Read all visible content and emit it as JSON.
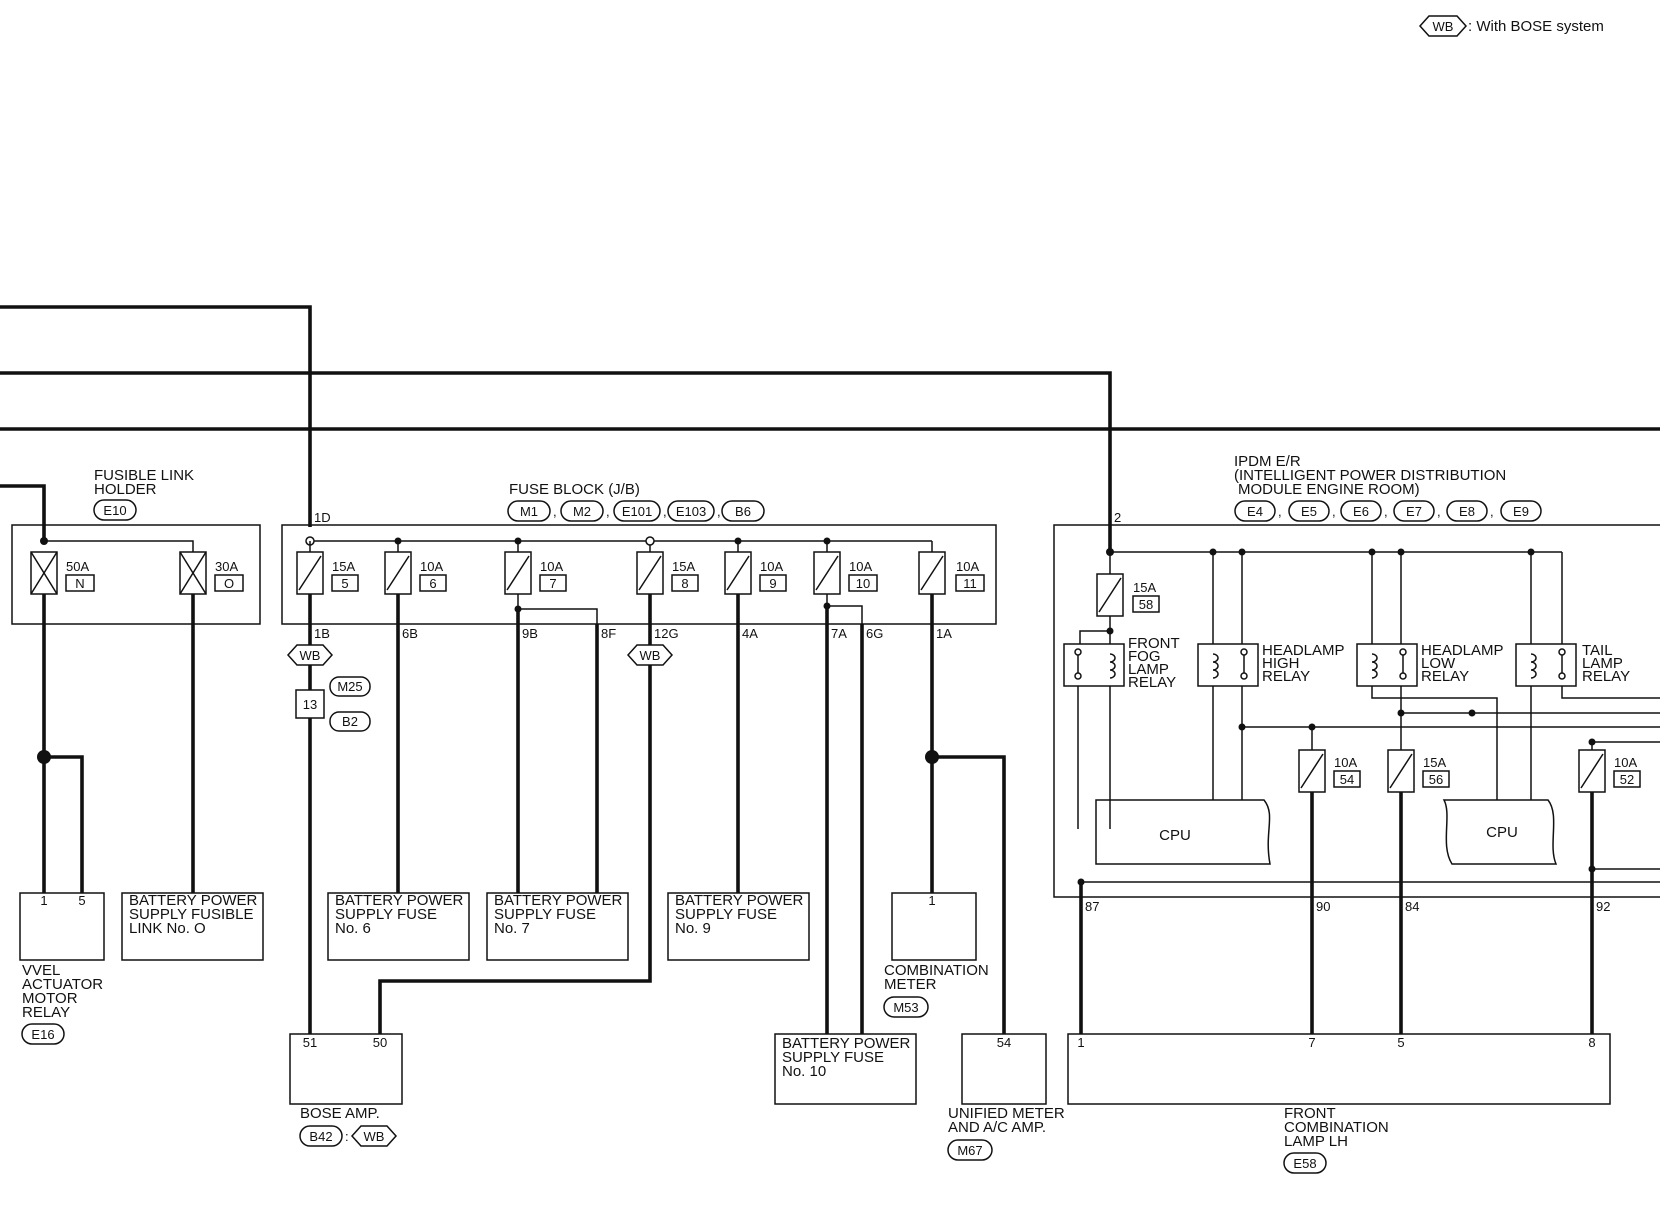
{
  "legend": {
    "tag": "WB",
    "text": ": With BOSE system"
  },
  "fusible_link": {
    "title_l1": "FUSIBLE LINK",
    "title_l2": "HOLDER",
    "connector": "E10",
    "fuses": [
      {
        "rating": "50A",
        "id": "N"
      },
      {
        "rating": "30A",
        "id": "O"
      }
    ]
  },
  "fuse_block": {
    "title": "FUSE BLOCK (J/B)",
    "connectors": [
      "M1",
      "M2",
      "E101",
      "E103",
      "B6"
    ],
    "input_pin": "1D",
    "fuses": [
      {
        "rating": "15A",
        "id": "5"
      },
      {
        "rating": "10A",
        "id": "6"
      },
      {
        "rating": "10A",
        "id": "7"
      },
      {
        "rating": "15A",
        "id": "8"
      },
      {
        "rating": "10A",
        "id": "9"
      },
      {
        "rating": "10A",
        "id": "10"
      },
      {
        "rating": "10A",
        "id": "11"
      }
    ],
    "pins": [
      "1B",
      "6B",
      "9B",
      "8F",
      "12G",
      "4A",
      "7A",
      "6G",
      "1A"
    ]
  },
  "ipdm": {
    "title_l1": "IPDM E/R",
    "title_l2": "(INTELLIGENT POWER DISTRIBUTION",
    "title_l3": "MODULE ENGINE ROOM)",
    "connectors": [
      "E4",
      "E5",
      "E6",
      "E7",
      "E8",
      "E9"
    ],
    "input_pin": "2",
    "top_fuse": {
      "rating": "15A",
      "id": "58"
    },
    "relays": [
      {
        "l1": "FRONT",
        "l2": "FOG",
        "l3": "LAMP",
        "l4": "RELAY"
      },
      {
        "l1": "HEADLAMP",
        "l2": "HIGH",
        "l3": "RELAY"
      },
      {
        "l1": "HEADLAMP",
        "l2": "LOW",
        "l3": "RELAY"
      },
      {
        "l1": "TAIL",
        "l2": "LAMP",
        "l3": "RELAY"
      }
    ],
    "fuses": [
      {
        "rating": "10A",
        "id": "54"
      },
      {
        "rating": "15A",
        "id": "56"
      },
      {
        "rating": "10A",
        "id": "52"
      }
    ],
    "cpu": "CPU",
    "pins": [
      "87",
      "90",
      "84",
      "92"
    ]
  },
  "splice": {
    "pin": "13",
    "connectors": [
      "M25",
      "B2"
    ],
    "tag": "WB"
  },
  "components": {
    "vvel": {
      "pins": [
        "1",
        "5"
      ],
      "l1": "VVEL",
      "l2": "ACTUATOR",
      "l3": "MOTOR",
      "l4": "RELAY",
      "connector": "E16"
    },
    "bps_link_o": {
      "l1": "BATTERY POWER",
      "l2": "SUPPLY FUSIBLE",
      "l3": "LINK No. O"
    },
    "bps_fuse6": {
      "l1": "BATTERY POWER",
      "l2": "SUPPLY FUSE",
      "l3": "No. 6"
    },
    "bps_fuse7": {
      "l1": "BATTERY POWER",
      "l2": "SUPPLY FUSE",
      "l3": "No. 7"
    },
    "bps_fuse9": {
      "l1": "BATTERY POWER",
      "l2": "SUPPLY FUSE",
      "l3": "No. 9"
    },
    "combination_meter": {
      "pin": "1",
      "l1": "COMBINATION",
      "l2": "METER",
      "connector": "M53"
    },
    "bose_amp": {
      "pins": [
        "51",
        "50"
      ],
      "label": "BOSE AMP.",
      "connector": "B42",
      "sep": ":",
      "tag": "WB"
    },
    "bps_fuse10": {
      "l1": "BATTERY POWER",
      "l2": "SUPPLY FUSE",
      "l3": "No. 10"
    },
    "unified_meter": {
      "pin": "54",
      "l1": "UNIFIED METER",
      "l2": "AND A/C AMP.",
      "connector": "M67"
    },
    "front_combo_lamp": {
      "pins": [
        "1",
        "7",
        "5",
        "8"
      ],
      "l1": "FRONT",
      "l2": "COMBINATION",
      "l3": "LAMP LH",
      "connector": "E58"
    }
  }
}
